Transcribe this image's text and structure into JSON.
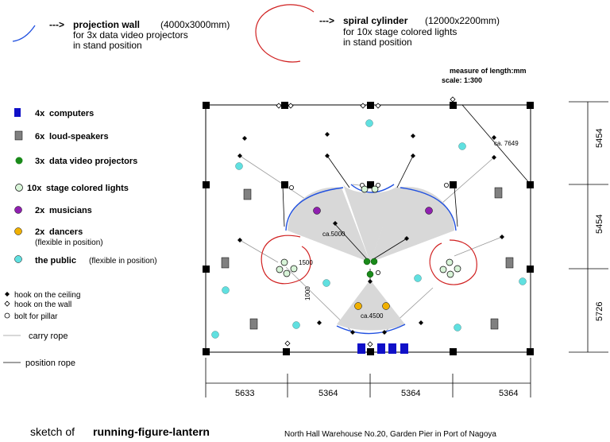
{
  "colors": {
    "computer": "#1010c8",
    "speaker": "#808080",
    "projector": "#1a8a1a",
    "stage_light": "#d8f4d8",
    "musician": "#9020b0",
    "dancer": "#f0b000",
    "public": "#60e0e0",
    "projection_wall": "#2050e0",
    "spiral": "#d02020",
    "beam": "#d8d8d8"
  },
  "header": {
    "wall": {
      "arrow": "--->",
      "title": "projection wall",
      "dims": "(4000x3000mm)",
      "line1": "for 3x data video projectors",
      "line2": "in stand position"
    },
    "spiral": {
      "arrow": "--->",
      "title": "spiral cylinder",
      "dims": "(12000x2200mm)",
      "line1": "for 10x stage colored lights",
      "line2": "in stand position"
    },
    "measure": "measure of length:mm",
    "scale": "scale: 1:300"
  },
  "legend": {
    "computers": {
      "count": "4x",
      "label": "computers"
    },
    "speakers": {
      "count": "6x",
      "label": "loud-speakers"
    },
    "projectors": {
      "count": "3x",
      "label": "data video projectors"
    },
    "lights": {
      "count": "10x",
      "label": "stage colored lights"
    },
    "musicians": {
      "count": "2x",
      "label": "musicians"
    },
    "dancers": {
      "count": "2x",
      "label": "dancers",
      "note": "(flexible in position)"
    },
    "public": {
      "label": "the public",
      "note": "(flexible in position)"
    },
    "hook_ceiling": "hook on the ceiling",
    "hook_wall": "hook on the wall",
    "bolt": "bolt for pillar",
    "carry_rope": "carry rope",
    "position_rope": "position rope"
  },
  "plan_labels": {
    "diag": "ca. 7649",
    "beam_radius": "ca.5000",
    "spiral_d": "1500",
    "spiral_v": "1000",
    "bottom_radius": "ca.4500"
  },
  "dimensions": {
    "bottom": [
      "5633",
      "5364",
      "5364",
      "5364"
    ],
    "right": [
      "5454",
      "5454",
      "5726"
    ]
  },
  "footer": {
    "prefix": "sketch of",
    "title": "running-figure-lantern",
    "location": "North Hall  Warehouse No.20,  Garden Pier  in Port of Nagoya"
  }
}
